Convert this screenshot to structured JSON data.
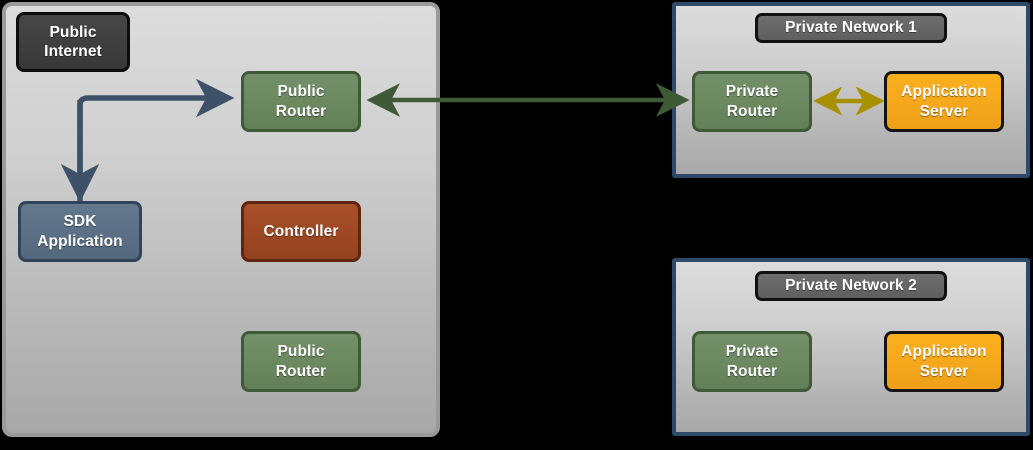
{
  "diagram": {
    "title": "Public Internet to Private Networks connectivity diagram",
    "background_color": "#000000"
  },
  "zones": {
    "public": {
      "name": "public-zone",
      "label": "Public Internet",
      "border_color": "#9a9a9a",
      "fill_top": "#dcdcdc",
      "fill_bottom": "#a8a8a8"
    },
    "private_1": {
      "name": "private-network-1-zone",
      "label": "Private Network 1",
      "border_color": "#2d4b68"
    },
    "private_2": {
      "name": "private-network-2-zone",
      "label": "Private Network 2",
      "border_color": "#2d4b68"
    }
  },
  "nodes": {
    "public_internet": {
      "line1": "Public",
      "line2": "Internet",
      "color": "#3f3f3f",
      "border": "#0d0d0d"
    },
    "public_router_top": {
      "line1": "Public",
      "line2": "Router",
      "color": "#6b8860",
      "border": "#3f5a36"
    },
    "public_router_bottom": {
      "line1": "Public",
      "line2": "Router",
      "color": "#6b8860",
      "border": "#3f5a36"
    },
    "sdk_application": {
      "line1": "SDK",
      "line2": "Application",
      "color": "#5b7086",
      "border": "#2f435a"
    },
    "controller": {
      "line1": "Controller",
      "line2": "",
      "color": "#9d4823",
      "border": "#5e2510"
    },
    "private_network_1_label": {
      "line1": "Private Network 1",
      "color": "#666666",
      "border": "#111111"
    },
    "private_router_1": {
      "line1": "Private",
      "line2": "Router",
      "color": "#6b8860",
      "border": "#3f5a36"
    },
    "application_server_1": {
      "line1": "Application",
      "line2": "Server",
      "color": "#f5a81c",
      "border": "#141414"
    },
    "private_network_2_label": {
      "line1": "Private Network 2",
      "color": "#666666",
      "border": "#111111"
    },
    "private_router_2": {
      "line1": "Private",
      "line2": "Router",
      "color": "#6b8860",
      "border": "#3f5a36"
    },
    "application_server_2": {
      "line1": "Application",
      "line2": "Server",
      "color": "#f5a81c",
      "border": "#141414"
    }
  },
  "connections": {
    "internet_to_sdk_router": {
      "name": "public-internet-to-router-and-sdk",
      "color": "#3d5268",
      "direction": "one-way-split",
      "from": "Public Internet",
      "to": "Public Router / SDK Application"
    },
    "public_router_to_private_router": {
      "name": "public-router-to-private-router",
      "color": "#3f5a36",
      "direction": "bidirectional",
      "from": "Public Router",
      "to": "Private Router"
    },
    "private_router_to_app_server": {
      "name": "private-router-to-application-server",
      "color": "#a89000",
      "direction": "bidirectional",
      "from": "Private Router",
      "to": "Application Server"
    }
  }
}
